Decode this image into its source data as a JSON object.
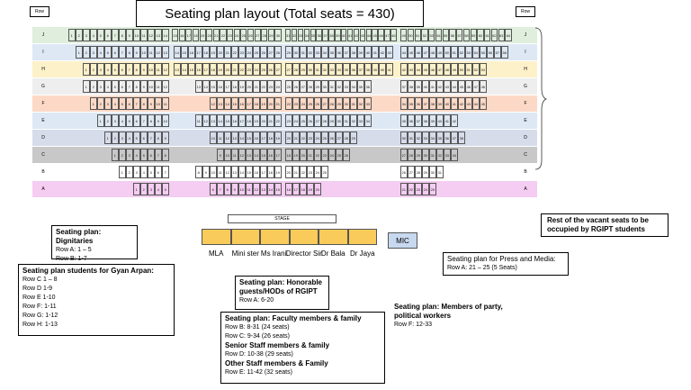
{
  "title": "Seating plan layout (Total seats = 430)",
  "row_header": "Row",
  "rows": [
    {
      "label": "J",
      "color": "#dfeedd",
      "sections": [
        [
          1,
          14
        ],
        [
          15,
          30
        ],
        [
          31,
          48
        ],
        [
          49,
          64
        ]
      ]
    },
    {
      "label": "I",
      "color": "#dde8f4",
      "sections": [
        [
          1,
          13
        ],
        [
          14,
          28
        ],
        [
          29,
          43
        ],
        [
          44,
          58
        ]
      ]
    },
    {
      "label": "H",
      "color": "#fdf1c9",
      "sections": [
        [
          1,
          12
        ],
        [
          13,
          27
        ],
        [
          27,
          41
        ],
        [
          42,
          53
        ]
      ]
    },
    {
      "label": "G",
      "color": "#eeeeee",
      "sections": [
        [
          1,
          12
        ],
        [
          13,
          24
        ],
        [
          25,
          36
        ],
        [
          37,
          48
        ]
      ]
    },
    {
      "label": "F",
      "color": "#fcd9c6",
      "sections": [
        [
          1,
          11
        ],
        [
          12,
          21
        ],
        [
          22,
          33
        ],
        [
          34,
          45
        ]
      ]
    },
    {
      "label": "E",
      "color": "#dde8f4",
      "sections": [
        [
          1,
          10
        ],
        [
          11,
          22
        ],
        [
          23,
          34
        ],
        [
          35,
          42
        ]
      ]
    },
    {
      "label": "D",
      "color": "#d6dcea",
      "sections": [
        [
          1,
          9
        ],
        [
          10,
          19
        ],
        [
          20,
          29
        ],
        [
          30,
          38
        ]
      ]
    },
    {
      "label": "C",
      "color": "#c8c8c8",
      "sections": [
        [
          1,
          8
        ],
        [
          9,
          17
        ],
        [
          18,
          26
        ],
        [
          27,
          34
        ]
      ]
    },
    {
      "label": "B",
      "color": "#ffffff",
      "sections": [
        [
          1,
          7
        ],
        [
          8,
          19
        ],
        [
          20,
          25
        ],
        [
          26,
          31
        ]
      ]
    },
    {
      "label": "A",
      "color": "#f5ccf2",
      "sections": [
        [
          1,
          5
        ],
        [
          6,
          15
        ],
        [
          16,
          20
        ],
        [
          21,
          25
        ]
      ]
    }
  ],
  "stage": "STAGE",
  "chairs": [
    "MLA",
    "Mini ster",
    "Ms Irani.",
    "Director Sir",
    "Dr Bala",
    "Dr Jaya"
  ],
  "mic": "MIC",
  "notes": {
    "vacant": "Rest of the vacant seats to be occupied by RGIPT students",
    "dignitaries": {
      "title": "Seating plan: Dignitaries",
      "lines": [
        "Row A: 1 – 5",
        "Row B: 1-7"
      ]
    },
    "gyan": {
      "title": "Seating plan students for Gyan Arpan:",
      "lines": [
        "Row C 1 – 8",
        "Row D  1-9",
        "Row E 1-10",
        "Row F: 1-11",
        "Row G: 1-12",
        "Row H: 1-13"
      ]
    },
    "honorable": {
      "title": "Seating plan: Honorable guests/HODs of RGIPT",
      "lines": [
        "Row A: 6-20"
      ]
    },
    "faculty": {
      "title": "Seating plan: Faculty members & family",
      "lines1": [
        "Row B: 8-31 (24 seats)",
        "Row C: 9-34 (26 seats)"
      ],
      "title2": "Senior Staff members & family",
      "lines2": [
        "Row D: 10-38 (29 seats)"
      ],
      "title3": "Other Staff members & Family",
      "lines3": [
        "Row E: 11-42 (32 seats)"
      ]
    },
    "press": {
      "title": "Seating plan for Press and Media:",
      "lines": [
        "Row A: 21 – 25 (5 Seats)"
      ]
    },
    "party": {
      "title": "Seating plan: Members of party, political workers",
      "lines": [
        "Row F: 12-33"
      ]
    }
  }
}
